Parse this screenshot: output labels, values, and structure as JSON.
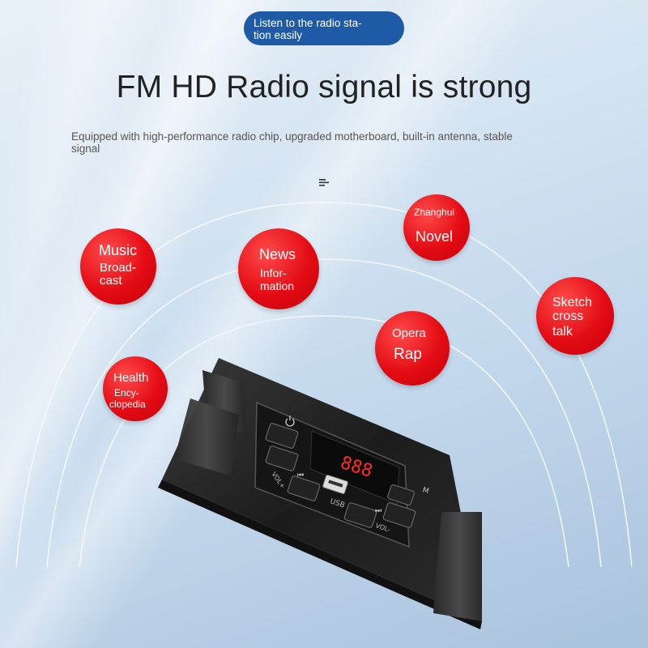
{
  "banner": {
    "tag_line1": "Listen to the radio sta-",
    "tag_line2": "tion easily",
    "accent_color": "#1f5aa6"
  },
  "headline": "FM HD Radio signal is strong",
  "subtext_line1": "Equipped with high-performance radio chip, upgraded motherboard, built-in antenna, stable",
  "subtext_line2": "signal",
  "bubble_color": "#e40c14",
  "bubbles": {
    "music": {
      "line1": "Music",
      "line2": "Broad-",
      "line3": "cast"
    },
    "news": {
      "line1": "News",
      "line2": "Infor-",
      "line3": "mation"
    },
    "novel": {
      "line1": "Zhanghui",
      "line2": "Novel"
    },
    "sketch": {
      "line1": "Sketch",
      "line2": "cross",
      "line3": "talk"
    },
    "opera": {
      "line1": "Opera",
      "line2": "Rap"
    },
    "health": {
      "line1": "Health",
      "line2": "Ency-",
      "line3": "clopedia"
    }
  },
  "device": {
    "display": "888",
    "usb_label": "USB",
    "vol_plus": "VOL+",
    "vol_minus": "VOL-",
    "mode_label": "M"
  }
}
